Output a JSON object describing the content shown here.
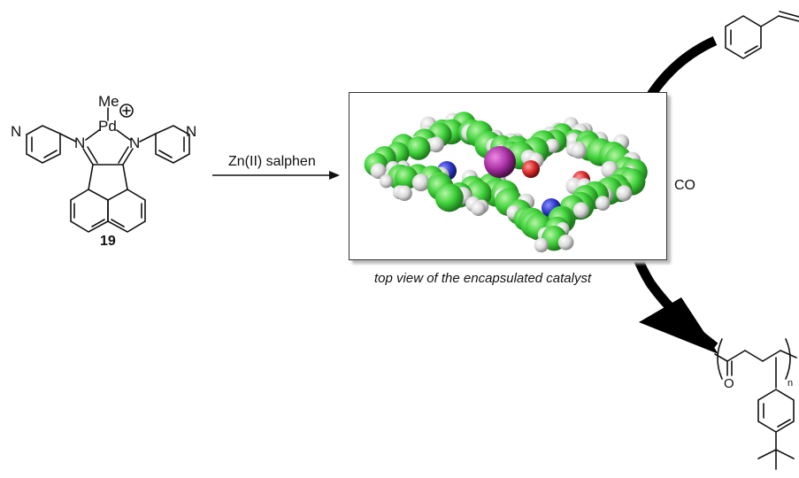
{
  "compound": {
    "number": "19",
    "methyl": "Me",
    "metal": "Pd",
    "charge": "+",
    "nitrogen": "N",
    "oxygen": "O"
  },
  "reaction": {
    "reagent": "Zn(II) salphen",
    "caption": "top view of the encapsulated catalyst",
    "co": "CO",
    "subscript_n": "n"
  },
  "colors": {
    "carbon": "#3fd23a",
    "hydrogen": "#d9d9d9",
    "nitrogen": "#2b34c9",
    "oxygen": "#d8282a",
    "palladium": "#a52ea0",
    "arrow": "#000000"
  }
}
